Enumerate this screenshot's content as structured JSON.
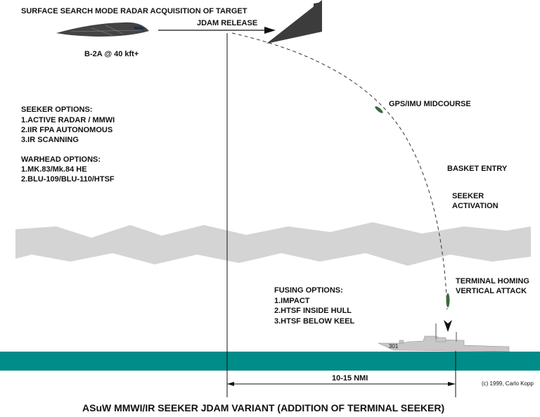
{
  "header": {
    "acquisition": "SURFACE SEARCH MODE RADAR ACQUISITION OF TARGET",
    "release": "JDAM RELEASE"
  },
  "aircraft": {
    "label": "B-2A @ 40 kft+"
  },
  "seeker": {
    "title": "SEEKER OPTIONS:",
    "items": [
      "1.ACTIVE RADAR / MMWI",
      "2.IIR FPA AUTONOMOUS",
      "3.IR SCANNING"
    ]
  },
  "warhead": {
    "title": "WARHEAD OPTIONS:",
    "items": [
      "1.MK.83/Mk.84 HE",
      "2.BLU-109/BLU-110/HTSF"
    ]
  },
  "trajectory": {
    "midcourse": "GPS/IMU MIDCOURSE",
    "basket": "BASKET ENTRY",
    "seeker1": "SEEKER",
    "seeker2": "ACTIVATION",
    "terminal1": "TERMINAL HOMING",
    "terminal2": "VERTICAL ATTACK"
  },
  "fusing": {
    "title": "FUSING OPTIONS:",
    "items": [
      "1.IMPACT",
      "2.HTSF INSIDE HULL",
      "3.HTSF BELOW KEEL"
    ]
  },
  "ship": {
    "hull_number": "301"
  },
  "range": {
    "label": "10-15 NMI"
  },
  "credit": "(c) 1999, Carlo Kopp",
  "caption": "ASuW MMWI/IR SEEKER JDAM VARIANT (ADDITION OF TERMINAL SEEKER)",
  "colors": {
    "sea": "#008c88",
    "cloud": "#d4d4d4",
    "aircraft": "#3c3c3c"
  }
}
